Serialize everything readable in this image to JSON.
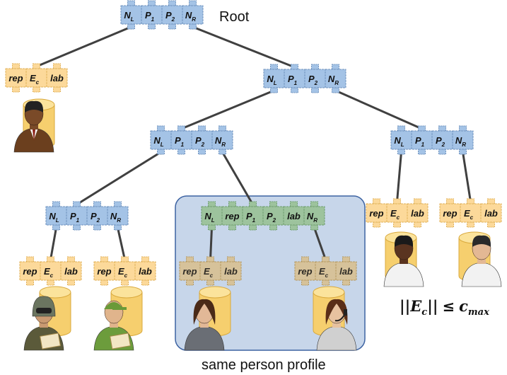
{
  "root_label": "Root",
  "caption": "same person profile",
  "formula": {
    "bars_open": "||",
    "e": "E",
    "e_sub": "c",
    "bars_close": "||",
    "leq": "≤",
    "c": "c",
    "c_sub": "max"
  },
  "internal_node_cells": [
    {
      "main": "N",
      "sub": "L"
    },
    {
      "main": "P",
      "sub": "1"
    },
    {
      "main": "P",
      "sub": "2"
    },
    {
      "main": "N",
      "sub": "R"
    }
  ],
  "merged_node_cells": [
    {
      "main": "N",
      "sub": "L"
    },
    {
      "main": "rep",
      "sub": ""
    },
    {
      "main": "P",
      "sub": "1"
    },
    {
      "main": "P",
      "sub": "2"
    },
    {
      "main": "lab",
      "sub": ""
    },
    {
      "main": "N",
      "sub": "R"
    }
  ],
  "leaf_cells": [
    {
      "main": "rep",
      "sub": ""
    },
    {
      "main": "E",
      "sub": "c"
    },
    {
      "main": "lab",
      "sub": ""
    }
  ],
  "people": [
    {
      "id": "man-brown-suit",
      "icon": "man-suit-icon"
    },
    {
      "id": "pilot",
      "icon": "pilot-icon"
    },
    {
      "id": "delivery-man",
      "icon": "delivery-man-icon"
    },
    {
      "id": "woman",
      "icon": "woman-icon"
    },
    {
      "id": "woman-headset",
      "icon": "woman-headset-icon"
    },
    {
      "id": "man-dark",
      "icon": "man-dark-icon"
    },
    {
      "id": "man-white",
      "icon": "man-white-icon"
    }
  ],
  "colors": {
    "internal_fill": "#a4c3e6",
    "internal_stroke": "#6f93bf",
    "leaf_fill": "#fcd99a",
    "leaf_stroke": "#e1b25b",
    "merged_fill": "#9dc39d",
    "merged_stroke": "#6e9e6e",
    "group_fill": "#c7d6ea",
    "group_stroke": "#3d63a2",
    "edge": "#404040",
    "cylinder": "#f6cf6e"
  }
}
